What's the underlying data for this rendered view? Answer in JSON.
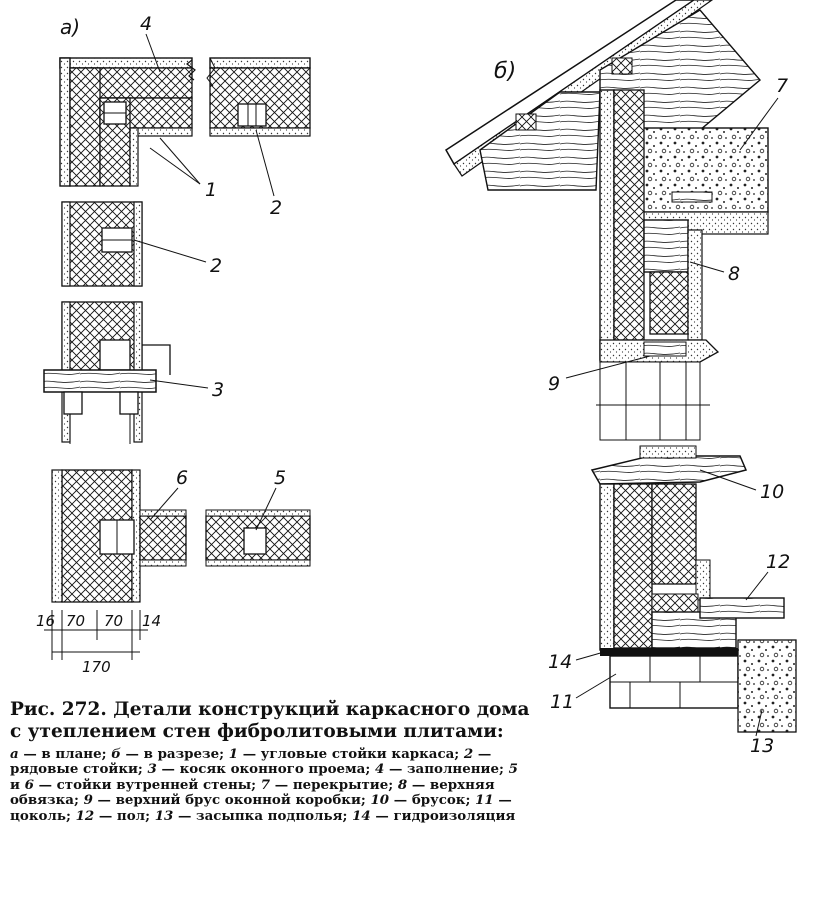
{
  "figure": {
    "part_a": "а)",
    "part_b": "б)",
    "callouts_a": {
      "c4": "4",
      "c1": "1",
      "c2a": "2",
      "c2b": "2",
      "c3": "3",
      "c6": "6",
      "c5": "5"
    },
    "dimensions": {
      "d16": "16",
      "d70a": "70",
      "d70b": "70",
      "d14": "14",
      "d170": "170"
    },
    "callouts_b": {
      "c7": "7",
      "c8": "8",
      "c9": "9",
      "c10": "10",
      "c12": "12",
      "c14": "14",
      "c11": "11",
      "c13": "13"
    }
  },
  "caption": {
    "title": "Рис. 272. Детали конструкций каркасного дома с утеплением стен  фибролитовыми плитами:",
    "legend": [
      {
        "key": "а",
        "text": " — в плане;   "
      },
      {
        "key": "б",
        "text": " — в разрезе;   "
      },
      {
        "key": "1",
        "text": " — угловые стойки каркаса; "
      },
      {
        "key": "2",
        "text": " — рядовые стойки; "
      },
      {
        "key": "3",
        "text": " — косяк оконного проема; "
      },
      {
        "key": "4",
        "text": " — заполнение; "
      },
      {
        "key": "5",
        "text": " и "
      },
      {
        "key": "6",
        "text": " — стойки вутренней стены; "
      },
      {
        "key": "7",
        "text": " — перекрытие; "
      },
      {
        "key": "8",
        "text": " — верхняя обвязка; "
      },
      {
        "key": "9",
        "text": " — верхний брус оконной коробки; "
      },
      {
        "key": "10",
        "text": " — брусок; "
      },
      {
        "key": "11",
        "text": " — цоколь; "
      },
      {
        "key": "12",
        "text": " — пол; "
      },
      {
        "key": "13",
        "text": " — засыпка подполья; "
      },
      {
        "key": "14",
        "text": " — гидроизоляция"
      }
    ]
  }
}
